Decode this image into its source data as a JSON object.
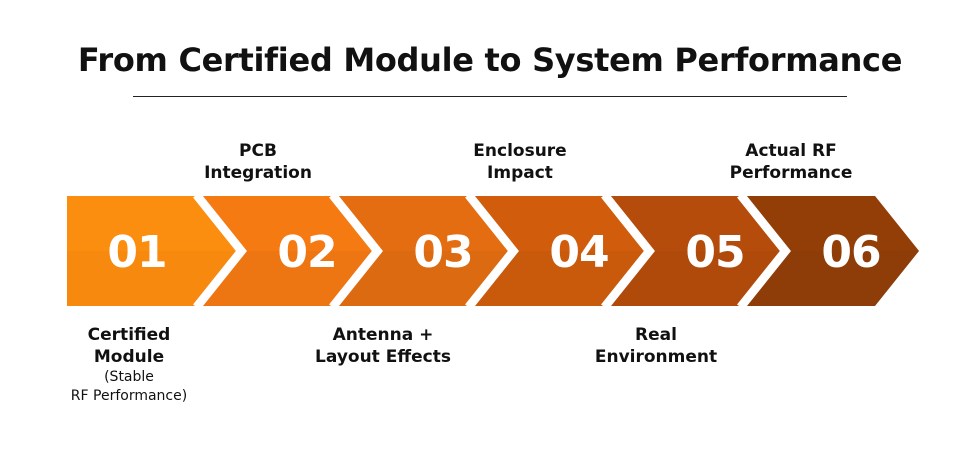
{
  "title": "From Certified Module to System Performance",
  "steps": [
    {
      "number": "01",
      "label_lines": [
        "Certified",
        "Module"
      ],
      "sub_lines": [
        "(Stable",
        "RF Performance)"
      ],
      "color": "#F7890F",
      "position": "below"
    },
    {
      "number": "02",
      "label_lines": [
        "PCB",
        "Integration"
      ],
      "sub_lines": [],
      "color": "#EE7612",
      "position": "above"
    },
    {
      "number": "03",
      "label_lines": [
        "Antenna +",
        "Layout Effects"
      ],
      "sub_lines": [],
      "color": "#DC6A10",
      "position": "below"
    },
    {
      "number": "04",
      "label_lines": [
        "Enclosure",
        "Impact"
      ],
      "sub_lines": [],
      "color": "#C95A0C",
      "position": "above"
    },
    {
      "number": "05",
      "label_lines": [
        "Real",
        "Environment"
      ],
      "sub_lines": [],
      "color": "#B04A0B",
      "position": "below"
    },
    {
      "number": "06",
      "label_lines": [
        "Actual RF",
        "Performance"
      ],
      "sub_lines": [],
      "color": "#8E3C08",
      "position": "above"
    }
  ]
}
